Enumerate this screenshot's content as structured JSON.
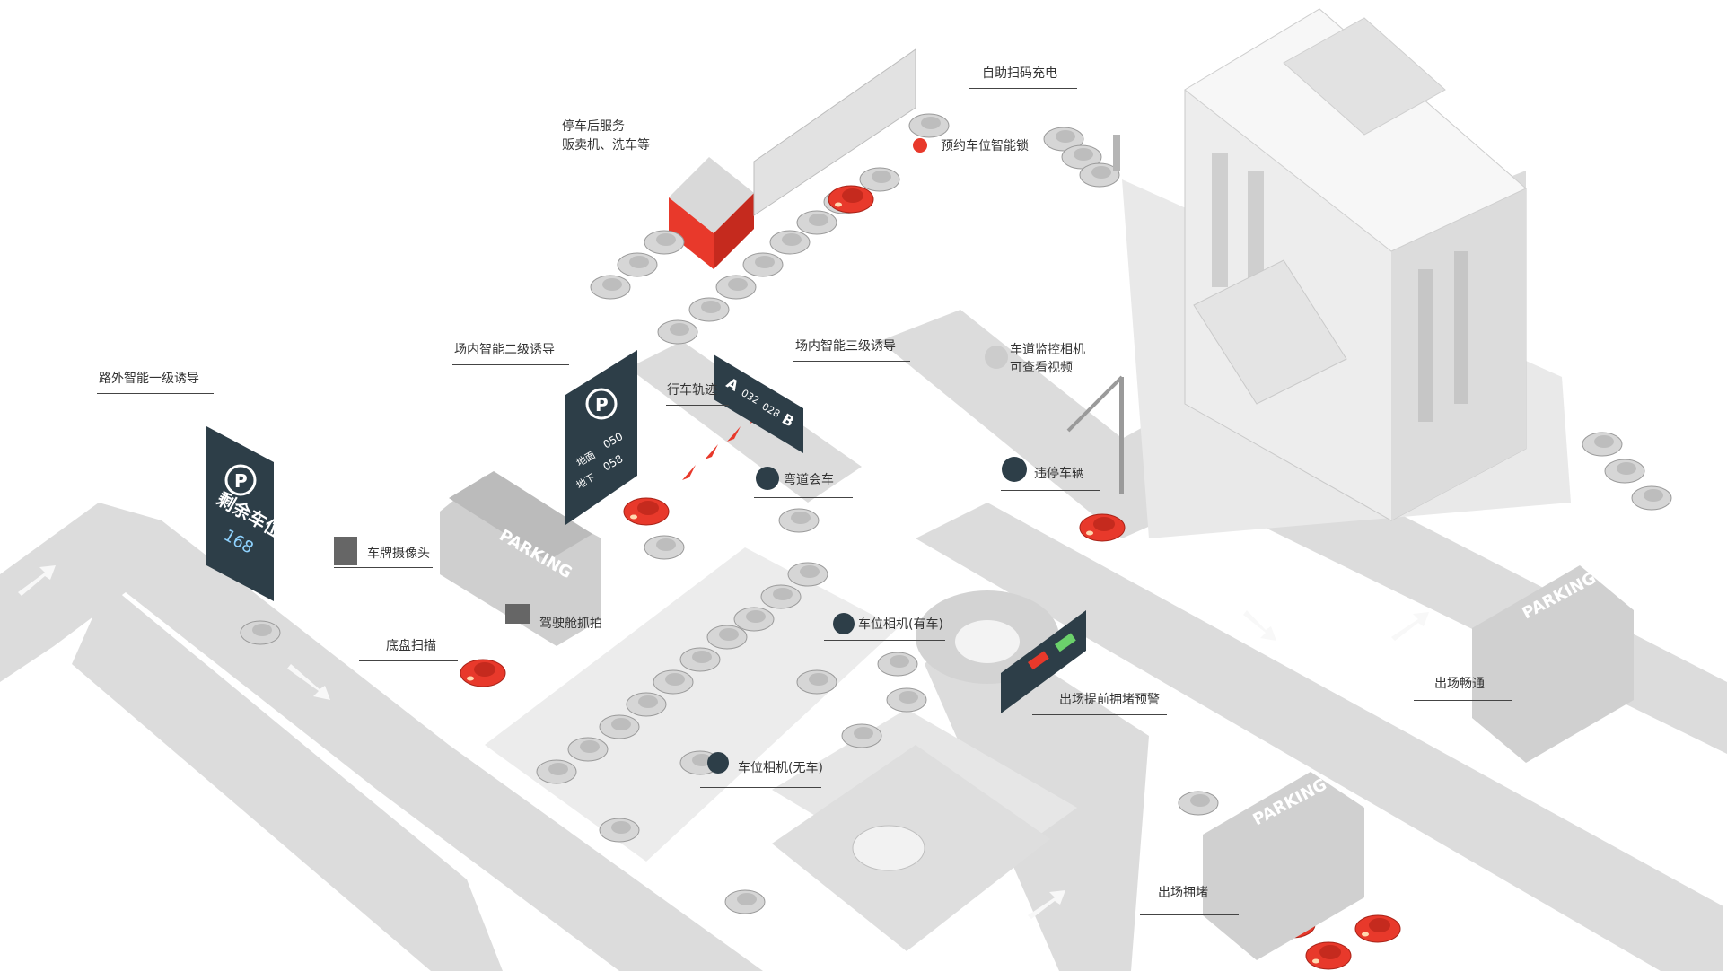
{
  "labels": {
    "self_charge": "自助扫码充电",
    "post_service_1": "停车后服务",
    "post_service_2": "贩卖机、洗车等",
    "reserve_lock": "预约车位智能锁",
    "guide_l1": "路外智能一级诱导",
    "guide_l2": "场内智能二级诱导",
    "guide_l3": "场内智能三级诱导",
    "track": "行车轨迹",
    "curve_meet": "弯道会车",
    "lane_cam_1": "车道监控相机",
    "lane_cam_2": "可查看视频",
    "illegal_park": "违停车辆",
    "plate_cam": "车牌摄像头",
    "driver_cap": "驾驶舱抓拍",
    "chassis_scan": "底盘扫描",
    "space_cam_occupied": "车位相机(有车)",
    "space_cam_empty": "车位相机(无车)",
    "exit_jam_warning": "出场提前拥堵预警",
    "exit_smooth": "出场畅通",
    "exit_jam": "出场拥堵"
  },
  "signs": {
    "l1_remaining": "剩余车位",
    "l1_count": "168",
    "l2_row1_label": "地面",
    "l2_row1_value": "050",
    "l2_row2_label": "地下",
    "l2_row2_value": "058",
    "l3_left_letter": "A",
    "l3_left_value": "032",
    "l3_right_letter": "B",
    "l3_right_value": "028",
    "parking_text": "PARKING",
    "p_symbol": "P"
  },
  "colors": {
    "accent_red": "#e8392b",
    "sign_dark": "#2d3e48",
    "road": "#dcdcdc",
    "ground": "#ebebeb",
    "building": "#f0f0f0"
  }
}
